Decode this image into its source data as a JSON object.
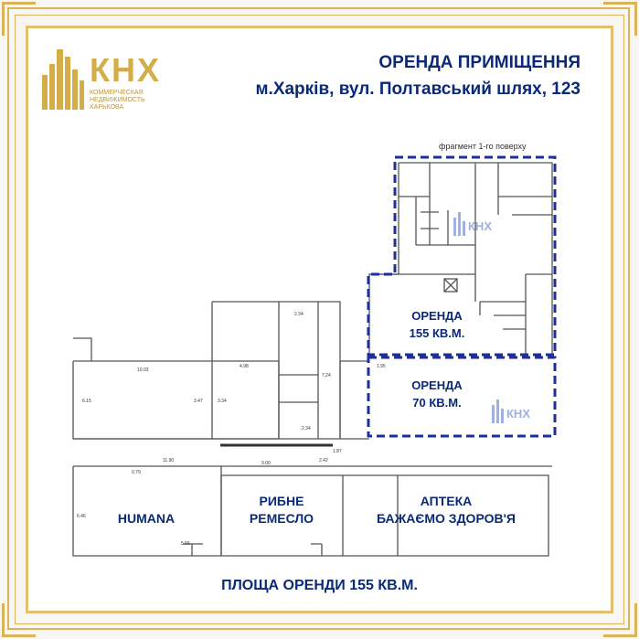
{
  "logo": {
    "word": "КНХ",
    "subtitle_line1": "КОММЕРЧЕСКАЯ",
    "subtitle_line2": "НЕДВИЖИМОСТЬ",
    "subtitle_line3": "ХАРЬКОВА",
    "icon": "buildings-icon"
  },
  "header": {
    "title": "ОРЕНДА ПРИМІЩЕННЯ",
    "address": "м.Харків, вул. Полтавський шлях, 123"
  },
  "plan": {
    "fragment_caption": "фрагмент 1-го поверху",
    "rent_upper_line1": "ОРЕНДА",
    "rent_upper_line2": "155 КВ.М.",
    "rent_lower_line1": "ОРЕНДА",
    "rent_lower_line2": "70 КВ.М.",
    "watermark": "КНХ",
    "shop_humana": "HUMANA",
    "shop_fish_line1": "РИБНЕ",
    "shop_fish_line2": "РЕМЕСЛО",
    "shop_pharmacy_line1": "АПТЕКА",
    "shop_pharmacy_line2": "БАЖАЄМО ЗДОРОВ'Я",
    "dimensions": [
      "10.03",
      "4.98",
      "2.34",
      "2.34",
      "11.90",
      "9.00",
      "1.95",
      "1.87",
      "2.42",
      "6.15",
      "3.47",
      "3.34",
      "7.24",
      "6.46",
      "0.79",
      "5.55"
    ]
  },
  "footer": {
    "text": "ПЛОЩА ОРЕНДИ 155 КВ.М."
  },
  "colors": {
    "gold": "#d4ac48",
    "navy": "#0a2a78",
    "dash_blue": "#1c2f9a"
  }
}
